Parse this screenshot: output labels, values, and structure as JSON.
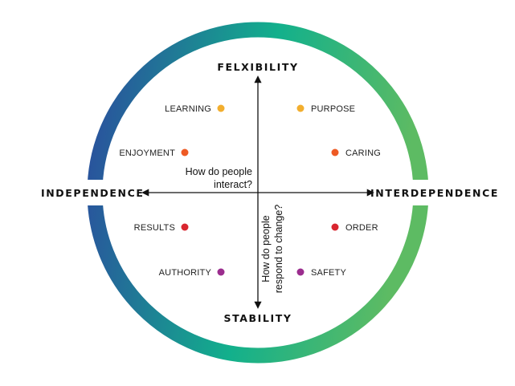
{
  "axes": {
    "top": "FELXIBILITY",
    "bottom": "STABILITY",
    "left": "INDEPENDENCE",
    "right": "INTERDEPENDENCE"
  },
  "questions": {
    "horizontal": [
      "How do people",
      "interact?"
    ],
    "vertical": [
      "How do people",
      "respond to change?"
    ]
  },
  "items": [
    {
      "label": "LEARNING",
      "color": "#F2AE2E"
    },
    {
      "label": "PURPOSE",
      "color": "#F2AE2E"
    },
    {
      "label": "ENJOYMENT",
      "color": "#EE5A24"
    },
    {
      "label": "CARING",
      "color": "#EE5A24"
    },
    {
      "label": "RESULTS",
      "color": "#D9262F"
    },
    {
      "label": "ORDER",
      "color": "#D9262F"
    },
    {
      "label": "AUTHORITY",
      "color": "#9B2D8E"
    },
    {
      "label": "SAFETY",
      "color": "#9B2D8E"
    }
  ],
  "ring_colors": {
    "blue": "#2B4C9E",
    "teal": "#12B08C",
    "green": "#5DBB63"
  }
}
